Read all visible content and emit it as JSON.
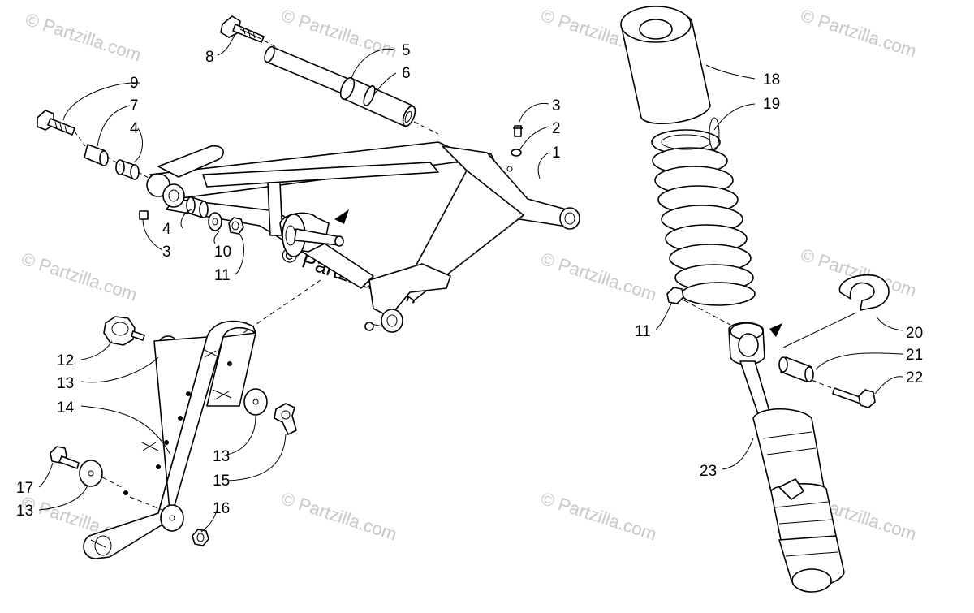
{
  "watermark": {
    "text": "© Partzilla.com",
    "center_text": "© Partzilla.com"
  },
  "callouts": [
    {
      "id": "c8",
      "text": "8"
    },
    {
      "id": "c5",
      "text": "5"
    },
    {
      "id": "c6",
      "text": "6"
    },
    {
      "id": "c9",
      "text": "9"
    },
    {
      "id": "c7",
      "text": "7"
    },
    {
      "id": "c4a",
      "text": "4"
    },
    {
      "id": "c3a",
      "text": "3"
    },
    {
      "id": "c2",
      "text": "2"
    },
    {
      "id": "c1",
      "text": "1"
    },
    {
      "id": "c4b",
      "text": "4"
    },
    {
      "id": "c3b",
      "text": "3"
    },
    {
      "id": "c10",
      "text": "10"
    },
    {
      "id": "c11a",
      "text": "11"
    },
    {
      "id": "c12",
      "text": "12"
    },
    {
      "id": "c13a",
      "text": "13"
    },
    {
      "id": "c14",
      "text": "14"
    },
    {
      "id": "c13b",
      "text": "13"
    },
    {
      "id": "c15",
      "text": "15"
    },
    {
      "id": "c16",
      "text": "16"
    },
    {
      "id": "c17",
      "text": "17"
    },
    {
      "id": "c13c",
      "text": "13"
    },
    {
      "id": "c18",
      "text": "18"
    },
    {
      "id": "c19",
      "text": "19"
    },
    {
      "id": "c11b",
      "text": "11"
    },
    {
      "id": "c20",
      "text": "20"
    },
    {
      "id": "c21",
      "text": "21"
    },
    {
      "id": "c22",
      "text": "22"
    },
    {
      "id": "c23",
      "text": "23"
    }
  ]
}
